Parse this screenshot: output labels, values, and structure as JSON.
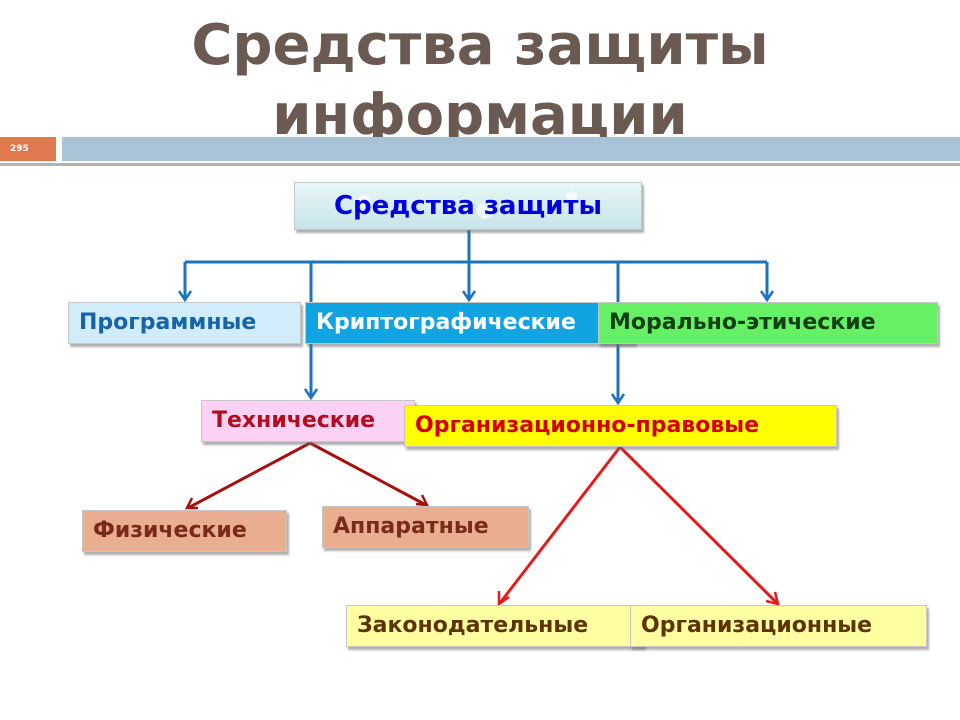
{
  "title": {
    "line1": "Средства защиты",
    "line2": "информации"
  },
  "slide_number": "295",
  "diagram": {
    "root": "Средства защиты",
    "level1": [
      "Программные",
      "Криптографические",
      "Морально-этические"
    ],
    "level2": [
      "Технические",
      "Организационно-правовые"
    ],
    "technical_children": [
      "Физические",
      "Аппаратные"
    ],
    "legal_children": [
      "Законодательные",
      "Организационные"
    ]
  },
  "colors": {
    "title_text": "#6b5a52",
    "blue_connectors": "#1e73be",
    "dark_red_connectors": "#a80f0f",
    "red_connectors": "#e21b1b"
  }
}
